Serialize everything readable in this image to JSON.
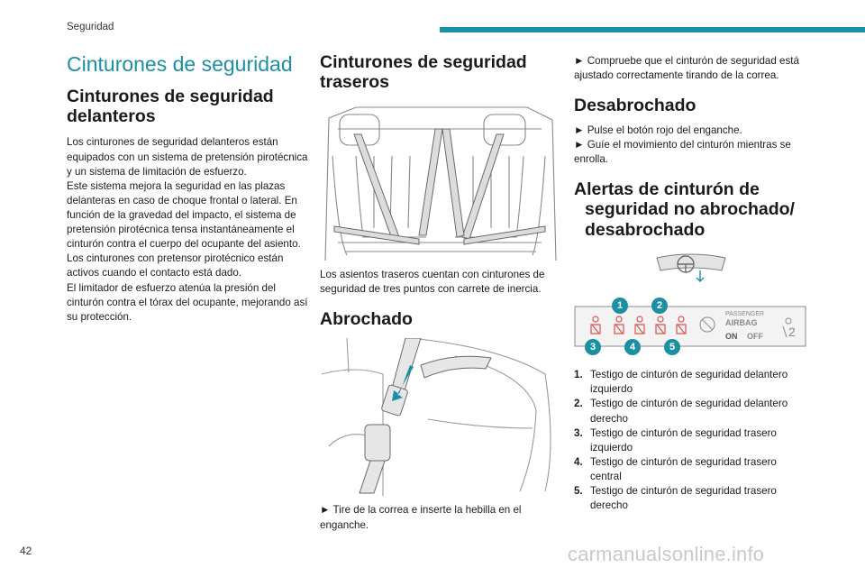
{
  "header": {
    "section": "Seguridad",
    "accent": "#1b8fa3"
  },
  "page_number": "42",
  "watermark": "carmanualsonline.info",
  "col1": {
    "title": "Cinturones de seguridad",
    "subtitle": "Cinturones de seguridad delanteros",
    "paragraphs": [
      "Los cinturones de seguridad delanteros están equipados con un sistema de pretensión pirotécnica y un sistema de limitación de esfuerzo.",
      "Este sistema mejora la seguridad en las plazas delanteras en caso de choque frontal o lateral. En función de la gravedad del impacto, el sistema de pretensión pirotécnica tensa instantáneamente el cinturón contra el cuerpo del ocupante del asiento.",
      "Los cinturones con pretensor pirotécnico están activos cuando el contacto está dado.",
      "El limitador de esfuerzo atenúa la presión del cinturón contra el tórax del ocupante, mejorando así su protección."
    ]
  },
  "col2": {
    "heading": "Cinturones de seguridad traseros",
    "rear_text": "Los asientos traseros cuentan con cinturones de seguridad de tres puntos con carrete de inercia.",
    "fasten_heading": "Abrochado",
    "fasten_text": "► Tire de la correa e inserte la hebilla en el enganche."
  },
  "col3": {
    "check_text": "► Compruebe que el cinturón de seguridad está ajustado correctamente tirando de la correa.",
    "unfasten_heading": "Desabrochado",
    "unfasten_steps": [
      "► Pulse el botón rojo del enganche.",
      "► Guíe el movimiento del cinturón mientras se enrolla."
    ],
    "alerts_heading": "Alertas de cinturón de seguridad no abrochado/ desabrochado",
    "panel": {
      "callouts": [
        "1",
        "2",
        "3",
        "4",
        "5"
      ],
      "airbag_line1": "PASSENGER",
      "airbag_line2": "AIRBAG",
      "on": "ON",
      "off": "OFF",
      "seat_count": "2"
    },
    "legend": [
      {
        "num": "1.",
        "text": "Testigo de cinturón de seguridad delantero izquierdo"
      },
      {
        "num": "2.",
        "text": "Testigo de cinturón de seguridad delantero derecho"
      },
      {
        "num": "3.",
        "text": "Testigo de cinturón de seguridad trasero izquierdo"
      },
      {
        "num": "4.",
        "text": "Testigo de cinturón de seguridad trasero central"
      },
      {
        "num": "5.",
        "text": "Testigo de cinturón de seguridad trasero derecho"
      }
    ]
  }
}
